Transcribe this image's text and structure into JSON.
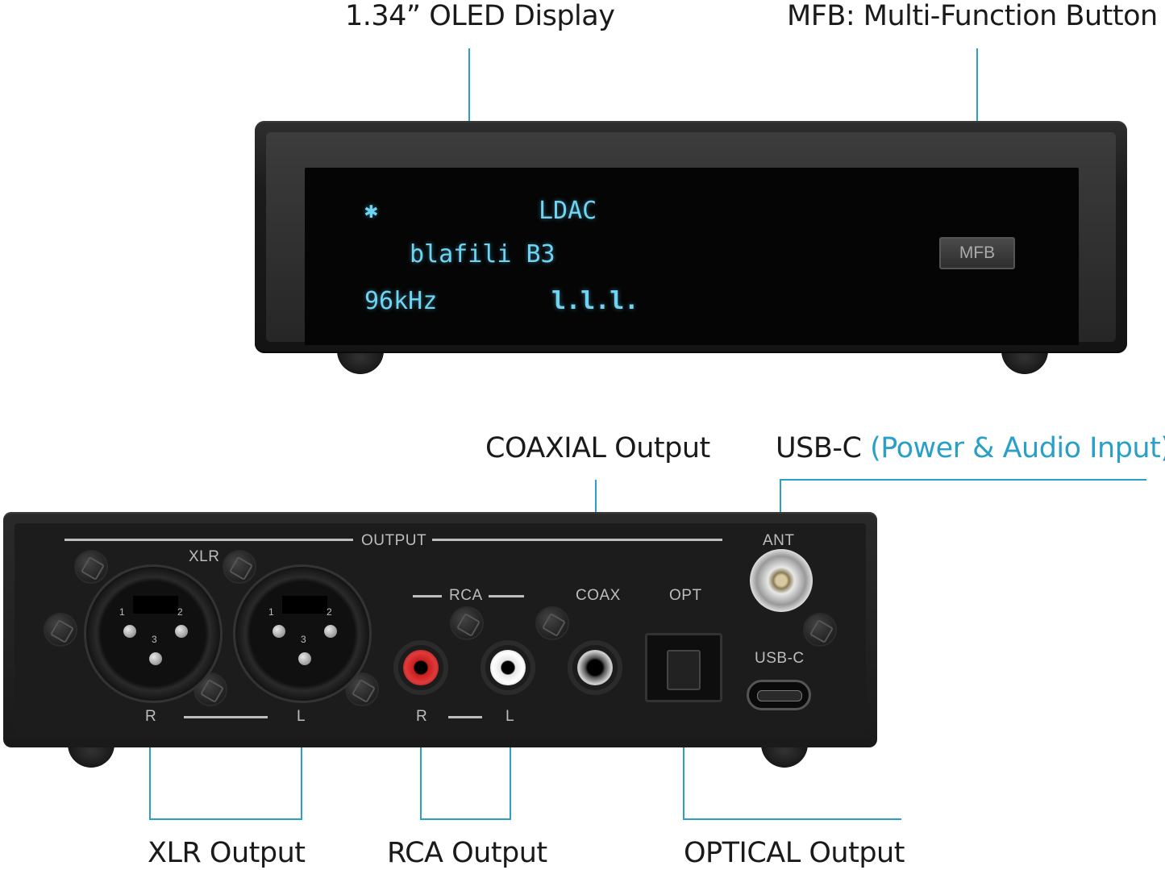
{
  "callouts": {
    "oled": "1.34” OLED Display",
    "mfb": "MFB: Multi-Function Button",
    "coaxial": "COAXIAL Output",
    "usbc_main": "USB-C",
    "usbc_detail": "(Power & Audio Input)",
    "xlr": "XLR Output",
    "rca": "RCA Output",
    "optical": "OPTICAL Output"
  },
  "display": {
    "bt_icon": "✱",
    "codec": "LDAC",
    "device": "blafili B3",
    "rate": "96kHz",
    "level": "l.l.l."
  },
  "front": {
    "mfb_label": "MFB"
  },
  "rear": {
    "output": "OUTPUT",
    "xlr": "XLR",
    "rca": "RCA",
    "coax": "COAX",
    "opt": "OPT",
    "ant": "ANT",
    "usbc": "USB-C",
    "r": "R",
    "l": "L",
    "pin1": "1",
    "pin2": "2",
    "pin3": "3"
  },
  "colors": {
    "accent": "#2a9fc7",
    "oled": "#6fd4f2",
    "rca_red": "#c81e1e",
    "rca_white": "#e6e6e6"
  }
}
